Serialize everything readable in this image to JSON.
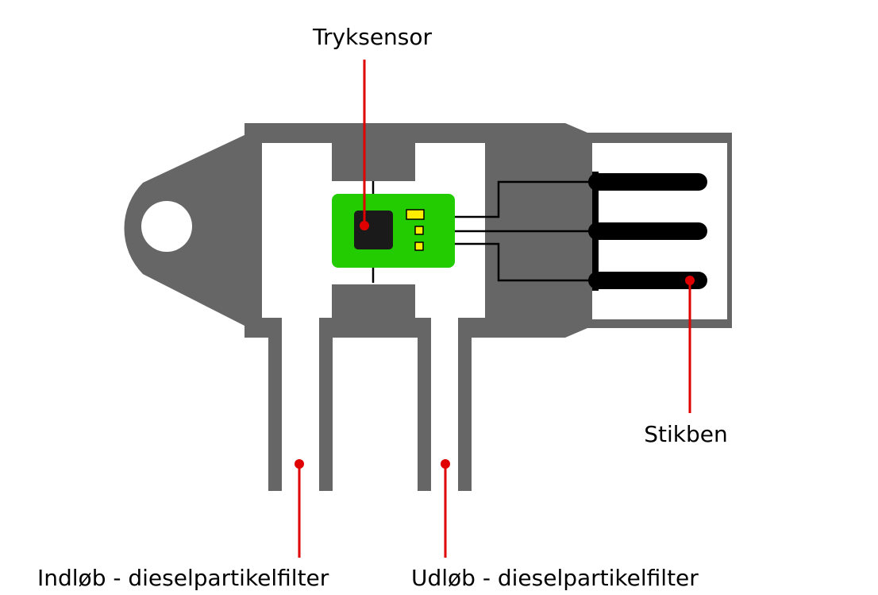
{
  "labels": {
    "pressure_sensor": "Tryksensor",
    "pins": "Stikben",
    "inlet": "Indløb - dieselpartikelfilter",
    "outlet": "Udløb - dieselpartikelfilter"
  },
  "colors": {
    "housing": "#666666",
    "cavity": "#ffffff",
    "pcb": "#22cc00",
    "chip": "#1a1a1a",
    "smd_component": "#ffee00",
    "pins": "#000000",
    "callout": "#e00000",
    "text": "#000000"
  }
}
